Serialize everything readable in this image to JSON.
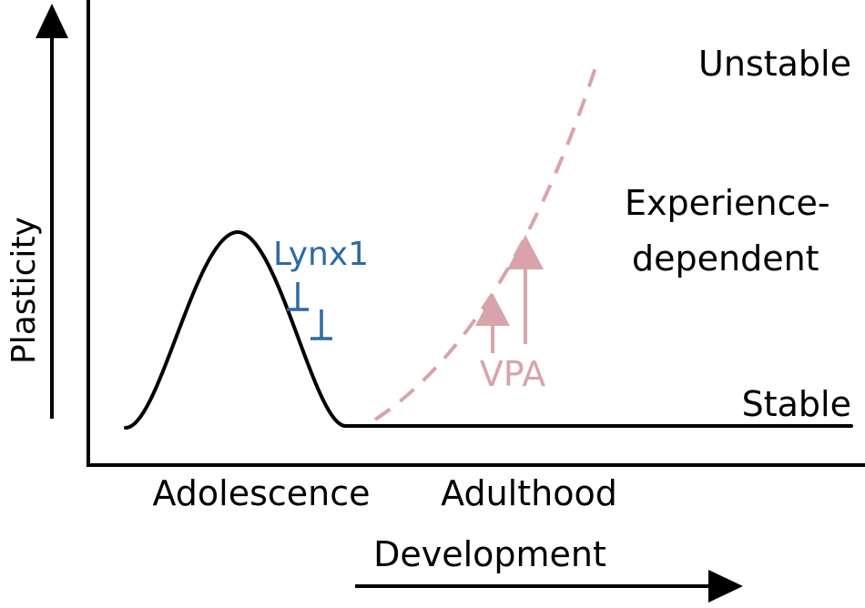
{
  "labels": {
    "y_axis": "Plasticity",
    "x_axis": "Development",
    "adolescence": "Adolescence",
    "adulthood": "Adulthood",
    "unstable": "Unstable",
    "experience_line1": "Experience-",
    "experience_line2": "dependent",
    "stable": "Stable",
    "lynx1": "Lynx1",
    "vpa": "VPA"
  },
  "colors": {
    "ink": "#000000",
    "lynx1": "#2e6aa3",
    "vpa": "#d8a3aa"
  }
}
